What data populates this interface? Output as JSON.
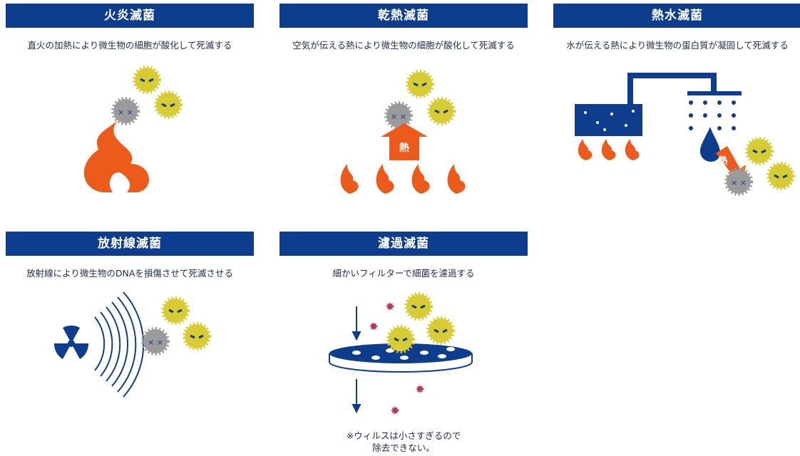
{
  "colors": {
    "navy": "#0d3d8c",
    "flame": "#ec5a1c",
    "germ": "#d7cc33",
    "dead_germ": "#9b9b9b",
    "virus": "#b63a58",
    "heat_arrow": "#ec5a1c"
  },
  "panels": [
    {
      "title": "火炎滅菌",
      "description": "直火の加熱により微生物の細胞が酸化して死滅する"
    },
    {
      "title": "乾熱滅菌",
      "description": "空気が伝える熱により微生物の細胞が酸化して死滅する",
      "arrow_label": "熱"
    },
    {
      "title": "熱水滅菌",
      "description": "水が伝える熱により微生物の蛋白質が凝固して死滅する",
      "arrow_label": "熱"
    },
    {
      "title": "放射線滅菌",
      "description": "放射線により微生物のDNAを損傷させて死滅させる"
    },
    {
      "title": "濾過滅菌",
      "description": "細かいフィルターで細菌を濾過する",
      "note_line1": "※ウィルスは小さすぎるので",
      "note_line2": "除去できない。"
    }
  ]
}
